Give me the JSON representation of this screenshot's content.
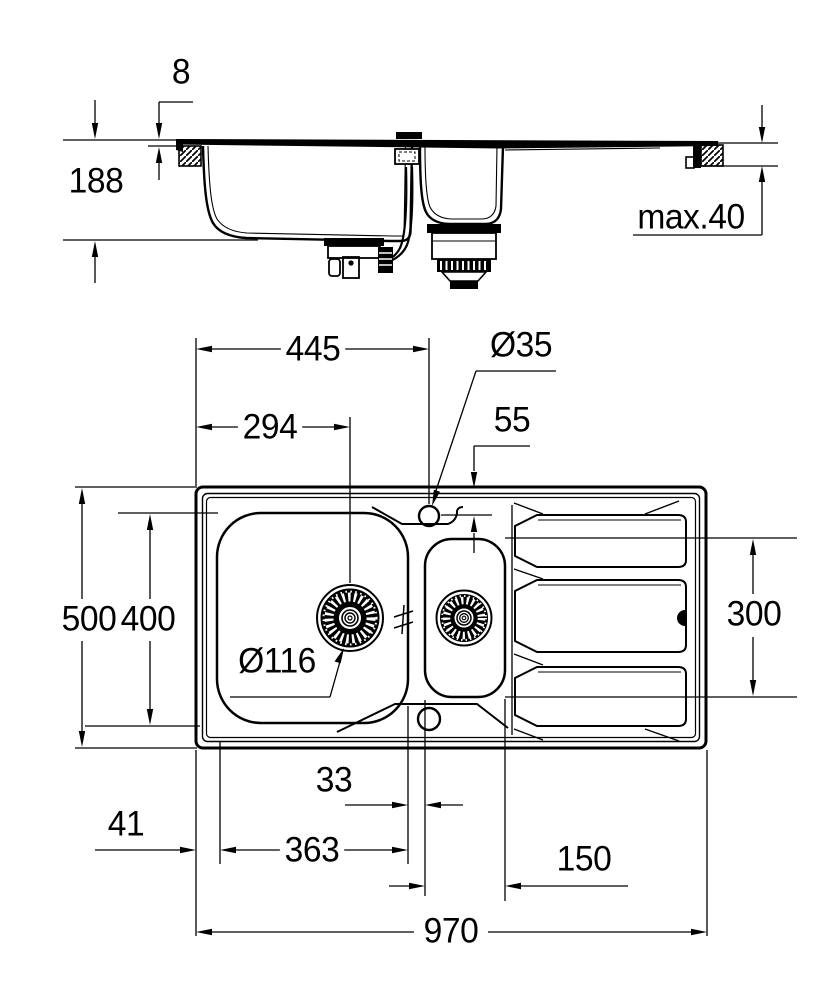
{
  "colors": {
    "background": "#ffffff",
    "line": "#000000"
  },
  "side_view": {
    "labels": {
      "rim_height": "8",
      "bowl_depth": "188",
      "worktop_thickness": "max.40"
    }
  },
  "plan_view": {
    "labels": {
      "tap_hole_offset": "445",
      "drain_offset": "294",
      "tap_hole_diameter": "Ø35",
      "tap_hole_inset": "55",
      "overall_depth": "500",
      "bowl_depth": "400",
      "drain_diameter": "Ø116",
      "drainer_length": "300",
      "web_width": "33",
      "edge_inset": "41",
      "bowl_length": "363",
      "half_bowl_length": "150",
      "overall_length": "970"
    }
  }
}
